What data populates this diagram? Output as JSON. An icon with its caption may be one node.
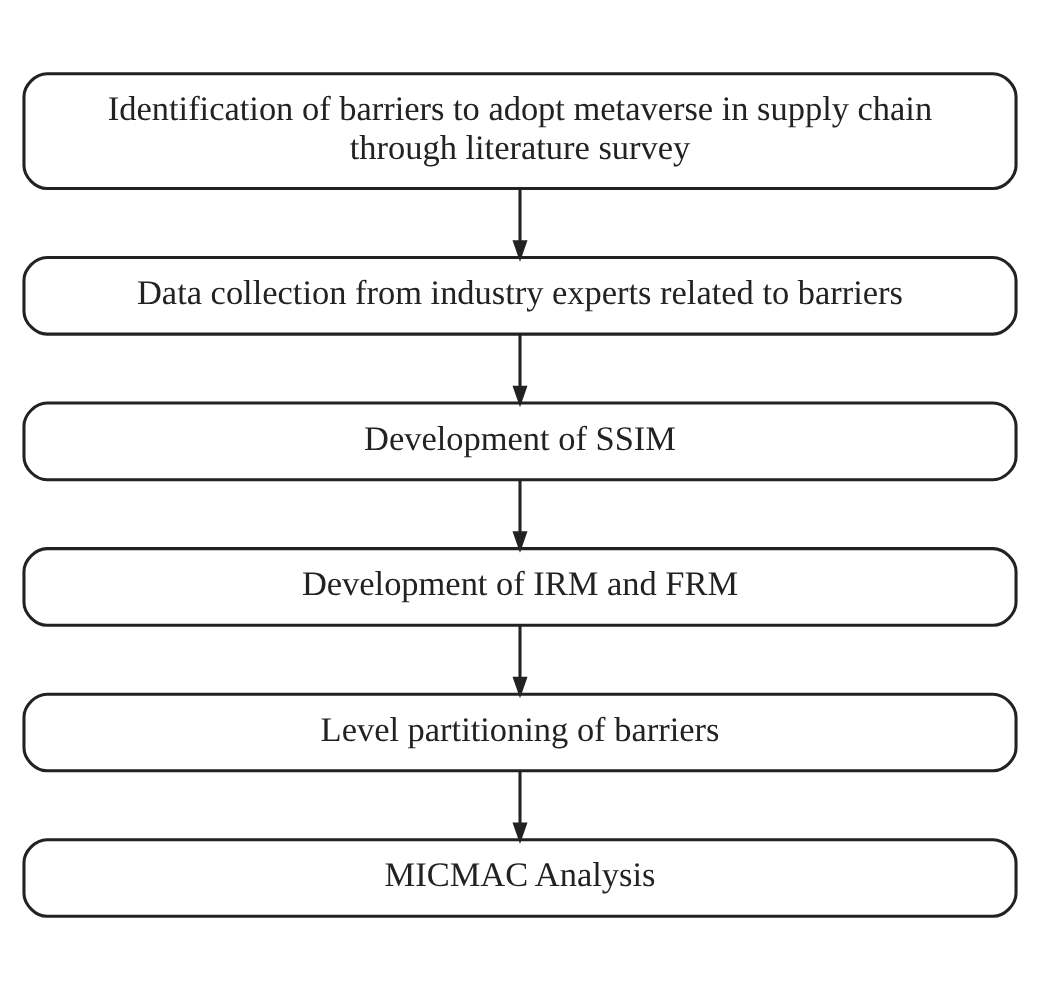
{
  "diagram": {
    "nodes": [
      {
        "text": [
          "Identification of barriers to adopt metaverse in supply chain through literature survey"
        ]
      },
      {
        "text": [
          "Data collection from industry experts related to barriers"
        ]
      },
      {
        "text": [
          "Development of SSIM"
        ]
      },
      {
        "text": [
          "Development of IRM and FRM"
        ]
      },
      {
        "text": [
          "Level partitioning of barriers"
        ]
      },
      {
        "text": [
          "MICMAC Analysis"
        ]
      }
    ],
    "edges": [
      {
        "from": 0,
        "to": 1,
        "arrow": "to"
      },
      {
        "from": 1,
        "to": 2,
        "arrow": "to"
      },
      {
        "from": 2,
        "to": 3,
        "arrow": "to"
      },
      {
        "from": 3,
        "to": 4,
        "arrow": "to"
      },
      {
        "from": 4,
        "to": 5,
        "arrow": "to"
      }
    ]
  }
}
